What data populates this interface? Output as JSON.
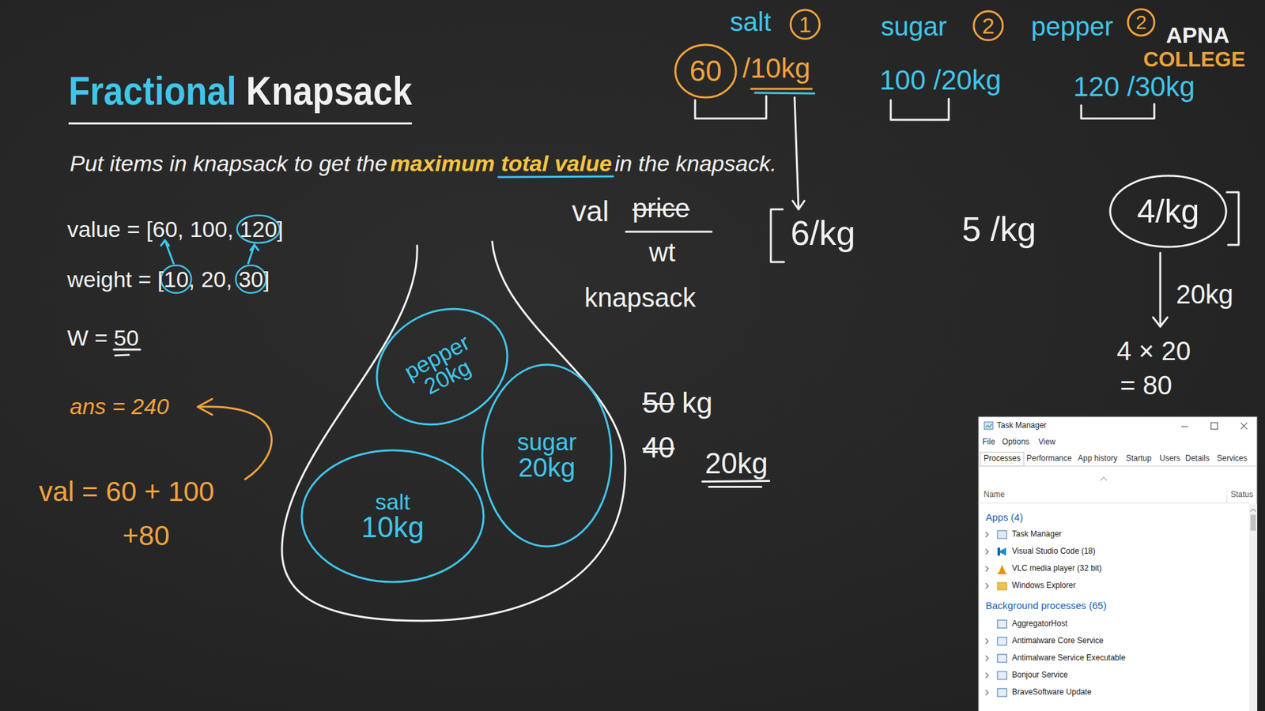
{
  "diagram": {
    "title": "Fractional Knapsack",
    "nodes": [
      {
        "text": [
          "1"
        ]
      },
      {
        "text": [
          "2"
        ]
      },
      {
        "text": [
          "2"
        ]
      },
      {
        "text": [
          "60"
        ]
      },
      {
        "text": [
          "4/kg"
        ]
      },
      {
        "text": [
          "pepper",
          "20kg"
        ]
      },
      {
        "text": [
          "sugar",
          "20kg"
        ]
      },
      {
        "text": [
          "salt",
          "10kg"
        ]
      }
    ],
    "labels": [
      "value = [60, 100, 120]",
      "weight = [10, 20, 30]",
      "W = 50",
      "ans = 240",
      "val = 60 + 100",
      "+80",
      "Put items in knapsack to get the",
      "maximum total value",
      "in the knapsack.",
      "salt",
      "/10kg",
      "sugar",
      "100 /20kg",
      "pepper",
      "120 /30kg",
      "APNA",
      "COLLEGE",
      "val",
      "price",
      "wt",
      "knapsack",
      "6/kg",
      "5 /kg",
      "20kg",
      "4 × 20",
      "= 80",
      "50",
      "kg",
      "40",
      "20kg",
      "Task Manager",
      "File",
      "Options",
      "View",
      "Processes",
      "Performance",
      "App history",
      "Startup",
      "Users",
      "Details",
      "Services",
      "Name",
      "Status",
      "Apps (4)",
      "Task Manager",
      "Visual Studio Code (18)",
      "VLC media player (32 bit)",
      "Windows Explorer",
      "Background processes (65)",
      "AggregatorHost",
      "Antimalware Core Service",
      "Antimalware Service Executable",
      "Bonjour Service",
      "BraveSoftware Update"
    ]
  }
}
